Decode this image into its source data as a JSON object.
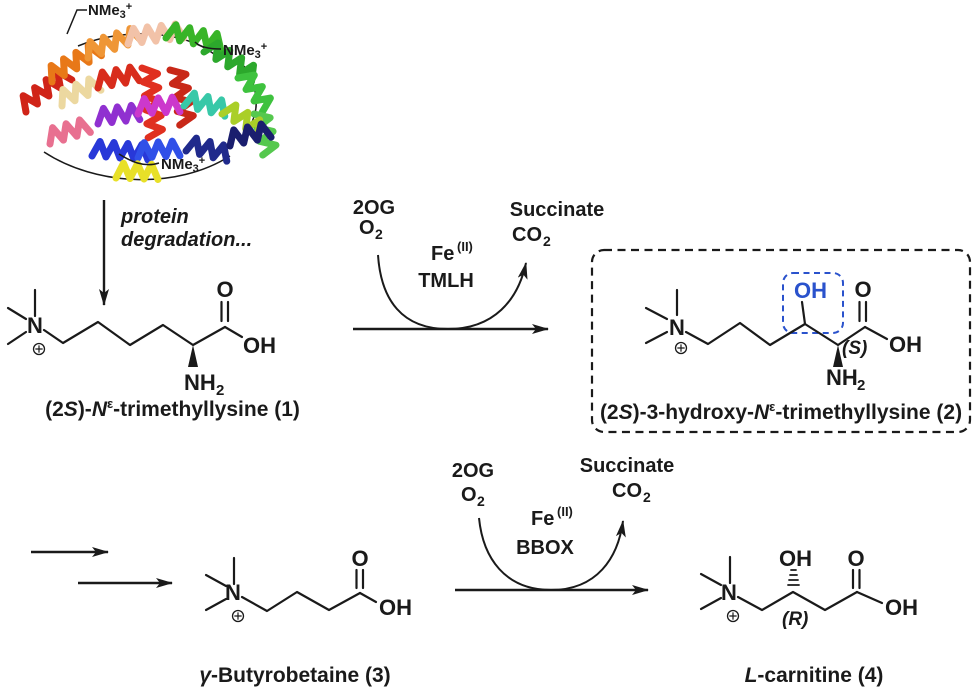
{
  "figure": {
    "background": "#ffffff",
    "ink_color": "#1a1a1a",
    "highlight_color": "#2a52cc"
  },
  "protein": {
    "substituent_labels": [
      {
        "base": "NMe",
        "sub": "3",
        "sup": "+"
      },
      {
        "base": "NMe",
        "sub": "3",
        "sup": "+"
      },
      {
        "base": "NMe",
        "sub": "3",
        "sup": "+"
      }
    ],
    "degradation_caption": {
      "line1": "protein",
      "line2": "degradation..."
    }
  },
  "reactions": [
    {
      "cosubstrates": {
        "line1": "2OG",
        "o_base": "O",
        "o_sub": "2"
      },
      "catalyst": {
        "metal": "Fe",
        "oxidation_state": "(II)",
        "enzyme": "TMLH"
      },
      "coproducts": {
        "line1": "Succinate",
        "co_base": "CO",
        "co_sub": "2"
      }
    },
    {
      "cosubstrates": {
        "line1": "2OG",
        "o_base": "O",
        "o_sub": "2"
      },
      "catalyst": {
        "metal": "Fe",
        "oxidation_state": "(II)",
        "enzyme": "BBOX"
      },
      "coproducts": {
        "line1": "Succinate",
        "co_base": "CO",
        "co_sub": "2"
      }
    }
  ],
  "compounds": [
    {
      "name": {
        "p1": "(2",
        "p2": "S",
        "p3": ")-",
        "p4": "N",
        "p5": "ε",
        "p6": "-trimethyllysine (1)"
      },
      "atoms": {
        "n": "N",
        "charge": "+",
        "carbonyl_o": "O",
        "acid_oh": "OH",
        "amine": "NH",
        "amine_sub": "2"
      }
    },
    {
      "name": {
        "p1": "(2",
        "p2": "S",
        "p3": ")-3-hydroxy-",
        "p4": "N",
        "p5": "ε",
        "p6": "-trimethyllysine (2)"
      },
      "atoms": {
        "n": "N",
        "charge": "+",
        "carbonyl_o": "O",
        "acid_oh": "OH",
        "amine": "NH",
        "amine_sub": "2",
        "hydroxyl": "OH",
        "stereocenter": "(S)"
      }
    },
    {
      "name": {
        "p1": "γ",
        "p2": "-Butyrobetaine (3)"
      },
      "atoms": {
        "n": "N",
        "charge": "+",
        "carbonyl_o": "O",
        "acid_oh": "OH"
      }
    },
    {
      "name": {
        "p1": "L",
        "p2": "-carnitine (4)"
      },
      "atoms": {
        "n": "N",
        "charge": "+",
        "carbonyl_o": "O",
        "acid_oh": "OH",
        "hydroxyl": "OH",
        "stereocenter": "(R)"
      }
    }
  ]
}
